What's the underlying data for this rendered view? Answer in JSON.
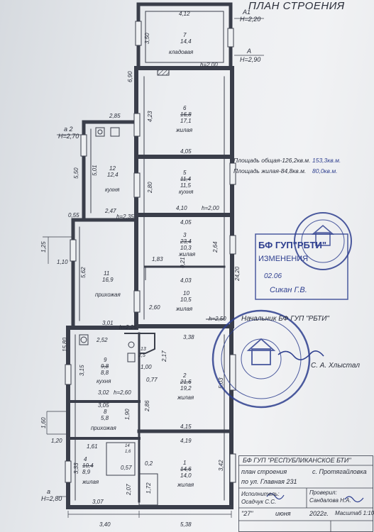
{
  "header": {
    "title": "ПЛАН СТРОЕНИЯ",
    "marks": [
      {
        "id": "A1",
        "label": "А1",
        "height": "H=2,20"
      },
      {
        "id": "A",
        "label": "А",
        "height": "H=2,90"
      },
      {
        "id": "a2",
        "label": "а 2",
        "height": "H=2,70"
      },
      {
        "id": "a",
        "label": "а",
        "height": "H=2,80"
      }
    ]
  },
  "areas": {
    "total": "Площадь общая-126,2кв.м.",
    "total_hand": "153,3кв.м.",
    "living": "Площадь жилая-84,8кв.м.",
    "living_hand": "80,0кв.м."
  },
  "rooms": [
    {
      "num": "7",
      "area": "14,4",
      "name": "кладовая"
    },
    {
      "num": "6",
      "area": "16,8",
      "area_new": "17,1",
      "name": "жилая"
    },
    {
      "num": "12",
      "area": "12,4",
      "name": "кухня"
    },
    {
      "num": "5",
      "area": "11,4",
      "area_new": "11,5",
      "name": "кухня"
    },
    {
      "num": "3",
      "area": "23,4",
      "area_new": "10,3",
      "name": "жилая"
    },
    {
      "num": "11",
      "area": "16,9",
      "name": "прихожая"
    },
    {
      "num": "10",
      "area": "10,5",
      "name": "жилая"
    },
    {
      "num": "9",
      "area": "9,8",
      "area_new": "8,8",
      "name": "кухня"
    },
    {
      "num": "13",
      "area": "2,5",
      "name": ""
    },
    {
      "num": "2",
      "area": "21,6",
      "area_new": "19,2",
      "name": "жилая"
    },
    {
      "num": "8",
      "area": "5,8",
      "name": "прихожая"
    },
    {
      "num": "4",
      "area": "10,4",
      "area_new": "8,9",
      "name": "жилая"
    },
    {
      "num": "1",
      "area": "14,6",
      "area_new": "14,0",
      "name": "жилая"
    },
    {
      "num": "14",
      "area": "1,6",
      "name": ""
    }
  ],
  "dims": {
    "d412": "4,12",
    "d350": "3,50",
    "d690": "6,90",
    "h200a": "h=2,00",
    "d285": "2,85",
    "d423": "4,23",
    "d405a": "4,05",
    "d550": "5,50",
    "d501": "5,01",
    "d280": "2,80",
    "d410": "4,10",
    "h200b": "h=2,00",
    "d055": "0,55",
    "d247": "2,47",
    "h235": "h=2,35",
    "d405b": "4,05",
    "d125": "1,25",
    "d110": "1,10",
    "d562": "5,62",
    "d183": "1,83",
    "d021": "0,21",
    "d264": "2,64",
    "d2420": "24,20",
    "d403": "4,03",
    "d260": "2,60",
    "h250": "h=2,50",
    "d301": "3,01",
    "h225": "h=2,25",
    "d1580": "15,80",
    "d252": "2,52",
    "d338": "3,38",
    "d315": "3,15",
    "d217": "2,17",
    "d077": "0,77",
    "d503": "5,03",
    "d100": "1,00",
    "d302": "3,02",
    "h260": "h=2,60",
    "d305": "3,05",
    "d286": "2,86",
    "d190": "1,90",
    "d160": "1,60",
    "d120": "1,20",
    "d415": "4,15",
    "d419": "4,19",
    "d161": "1,61",
    "d333": "3,33",
    "d057": "0,57",
    "d342": "3,42",
    "d02": "0,2",
    "d207": "2,07",
    "d172": "1,72",
    "d307": "3,07",
    "d340": "3,40",
    "d538": "5,38"
  },
  "stamps": {
    "bti_text": "БФ ГУП\"РБТИ\"",
    "changes": "ИЗМЕНЕНИЯ",
    "date": "02.06",
    "signature": "Сикан Г.В."
  },
  "chief": {
    "title": "Начальник БФ ГУП \"РБТИ\"",
    "name": "С. А. Хлыстал"
  },
  "titleblock": {
    "org": "БФ ГУП \"РЕСПУБЛИКАНСКОЕ БТИ\"",
    "doc": "план строения",
    "village": "с. Протягайловка",
    "address": "по ул. Главная 231",
    "exec_label": "Исполнитель:",
    "exec_name": "Осадчук С.С.",
    "check_label": "Проверил:",
    "check_name": "Сандалова Н.А.",
    "date_day": "\"27\"",
    "date_month": "июня",
    "date_year": "2022г.",
    "scale": "Масштаб 1:100"
  },
  "colors": {
    "ink": "#2a2e3a",
    "stamp": "#2e3f8f",
    "wall": "#3a3e4a",
    "paper": "#eef0f2"
  }
}
